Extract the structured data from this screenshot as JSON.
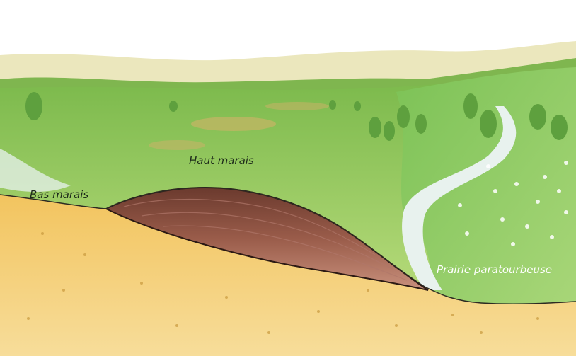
{
  "labels": {
    "haut_marais": "Haut marais",
    "bas_marais": "Bas marais",
    "prairie": "Prairie paratourbeuse"
  },
  "colors": {
    "sky": "#ffffff",
    "hills": "#e9e6b8",
    "vegetation": "#9fcf63",
    "soil": "#eec05e",
    "peat": "#8a4f3e",
    "water": "#e8f2ee"
  }
}
